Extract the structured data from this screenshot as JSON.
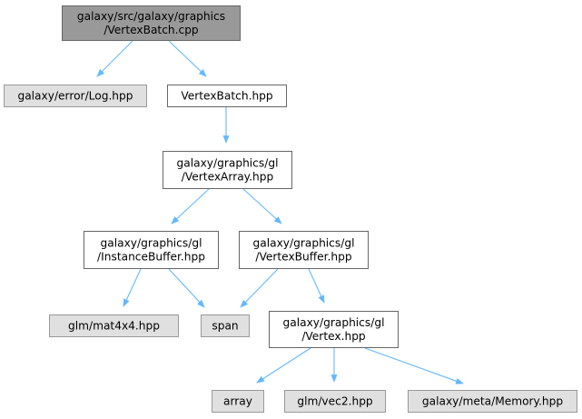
{
  "colors": {
    "root_fill": "#999999",
    "root_stroke": "#666666",
    "header_fill": "#ffffff",
    "header_stroke": "#666666",
    "system_fill": "#e0e0e0",
    "system_stroke": "#999999",
    "edge": "#63b8ff"
  },
  "nodes": [
    {
      "id": "vertexbatch_cpp",
      "kind": "root",
      "lines": [
        "galaxy/src/galaxy/graphics",
        "/VertexBatch.cpp"
      ]
    },
    {
      "id": "log_hpp",
      "kind": "system",
      "lines": [
        "galaxy/error/Log.hpp"
      ]
    },
    {
      "id": "vertexbatch_hpp",
      "kind": "header",
      "lines": [
        "VertexBatch.hpp"
      ]
    },
    {
      "id": "vertexarray_hpp",
      "kind": "header",
      "lines": [
        "galaxy/graphics/gl",
        "/VertexArray.hpp"
      ]
    },
    {
      "id": "instancebuffer_hpp",
      "kind": "header",
      "lines": [
        "galaxy/graphics/gl",
        "/InstanceBuffer.hpp"
      ]
    },
    {
      "id": "vertexbuffer_hpp",
      "kind": "header",
      "lines": [
        "galaxy/graphics/gl",
        "/VertexBuffer.hpp"
      ]
    },
    {
      "id": "mat4x4_hpp",
      "kind": "system",
      "lines": [
        "glm/mat4x4.hpp"
      ]
    },
    {
      "id": "span",
      "kind": "system",
      "lines": [
        "span"
      ]
    },
    {
      "id": "vertex_hpp",
      "kind": "header",
      "lines": [
        "galaxy/graphics/gl",
        "/Vertex.hpp"
      ]
    },
    {
      "id": "array",
      "kind": "system",
      "lines": [
        "array"
      ]
    },
    {
      "id": "vec2_hpp",
      "kind": "system",
      "lines": [
        "glm/vec2.hpp"
      ]
    },
    {
      "id": "memory_hpp",
      "kind": "system",
      "lines": [
        "galaxy/meta/Memory.hpp"
      ]
    }
  ],
  "edges": [
    {
      "from": "vertexbatch_cpp",
      "to": "log_hpp"
    },
    {
      "from": "vertexbatch_cpp",
      "to": "vertexbatch_hpp"
    },
    {
      "from": "vertexbatch_hpp",
      "to": "vertexarray_hpp"
    },
    {
      "from": "vertexarray_hpp",
      "to": "instancebuffer_hpp"
    },
    {
      "from": "vertexarray_hpp",
      "to": "vertexbuffer_hpp"
    },
    {
      "from": "instancebuffer_hpp",
      "to": "mat4x4_hpp"
    },
    {
      "from": "instancebuffer_hpp",
      "to": "span"
    },
    {
      "from": "vertexbuffer_hpp",
      "to": "span"
    },
    {
      "from": "vertexbuffer_hpp",
      "to": "vertex_hpp"
    },
    {
      "from": "vertex_hpp",
      "to": "array"
    },
    {
      "from": "vertex_hpp",
      "to": "vec2_hpp"
    },
    {
      "from": "vertex_hpp",
      "to": "memory_hpp"
    }
  ]
}
